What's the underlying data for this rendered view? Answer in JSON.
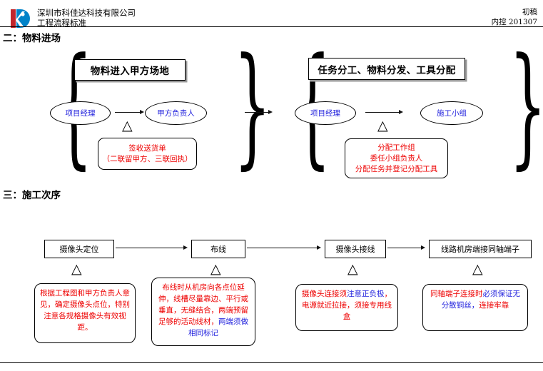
{
  "header": {
    "company_line1": "深圳市科佳达科技有限公司",
    "company_line2": "工程流程标准",
    "doc_status": "初稿",
    "doc_code": "内控 201307",
    "logo_icon": "company-k-logo",
    "logo_red": "#C1272D",
    "logo_blue": "#0083C9"
  },
  "sections": {
    "two": {
      "heading": "二：物料进场"
    },
    "three": {
      "heading": "三：施工次序"
    }
  },
  "flow_materials": {
    "group_left": {
      "title": "物料进入甲方场地",
      "actor_from": "项目经理",
      "actor_to": "甲方负责人",
      "note_line1": "签收送货单",
      "note_line2": "（二联留甲方、三联回执）",
      "delta_icon": "triangle-marker"
    },
    "group_right": {
      "title": "任务分工、物料分发、工具分配",
      "actor_from": "项目经理",
      "actor_to": "施工小组",
      "note_line1": "分配工作组",
      "note_line2": "委任小组负责人",
      "note_line3": "分配任务并登记分配工具",
      "delta_icon": "triangle-marker"
    },
    "connector_icon": "arrow-right-icon"
  },
  "flow_sequence": {
    "steps": [
      {
        "label": "摄像头定位",
        "delta_icon": "triangle-marker",
        "note_segments": [
          {
            "text": "根据工程图和甲方负责",
            "color": "red"
          },
          {
            "text": "人意见，确定摄像头点",
            "color": "red"
          },
          {
            "text": "位，特别注意各规格摄",
            "color": "red"
          },
          {
            "text": "像头有效视距。",
            "color": "red"
          }
        ]
      },
      {
        "label": "布线",
        "delta_icon": "triangle-marker",
        "note_segments": [
          {
            "text": "布线时从机房向各点位延",
            "color": "red"
          },
          {
            "text": "伸，线槽尽量靠边、平行或",
            "color": "red"
          },
          {
            "text": "垂直，无缝结合，两端预留",
            "color": "red"
          },
          {
            "text": "足够的活动线材，",
            "color": "red"
          },
          {
            "text": "两端须做",
            "color": "blue"
          },
          {
            "text": "相同标记",
            "color": "blue"
          }
        ]
      },
      {
        "label": "摄像头接线",
        "delta_icon": "triangle-marker",
        "note_segments": [
          {
            "text": "摄像头连接须",
            "color": "red"
          },
          {
            "text": "注意正负",
            "color": "blue"
          },
          {
            "text": "极",
            "color": "blue"
          },
          {
            "text": "，电源就近拉接，须",
            "color": "red"
          },
          {
            "text": "接专用线盒",
            "color": "red"
          }
        ]
      },
      {
        "label": "线路机房端接同轴端子",
        "delta_icon": "triangle-marker",
        "note_segments": [
          {
            "text": "同轴端子连接时",
            "color": "red"
          },
          {
            "text": "必须保",
            "color": "blue"
          },
          {
            "text": "证无分散铜丝，",
            "color": "blue"
          },
          {
            "text": "连接牢",
            "color": "red"
          },
          {
            "text": "靠",
            "color": "red"
          }
        ]
      }
    ],
    "arrow_icon": "arrow-right-icon"
  },
  "colors": {
    "red_text": "#ee0000",
    "blue_text": "#2222dd",
    "rule": "#000000",
    "box_shadow": "#9a9a9a"
  }
}
